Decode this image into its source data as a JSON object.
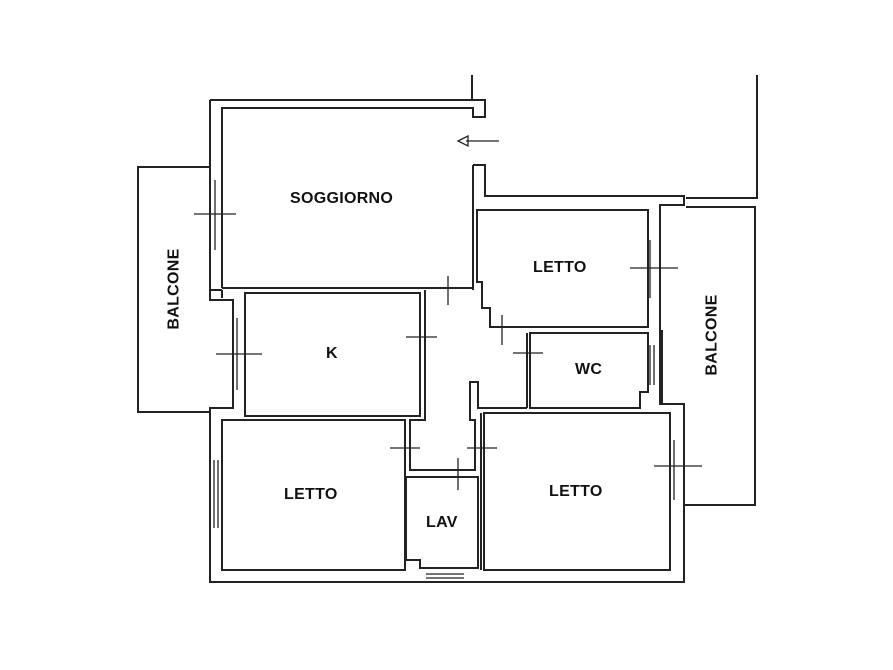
{
  "floorplan": {
    "rooms": [
      {
        "id": "soggiorno",
        "label": "SOGGIORNO"
      },
      {
        "id": "letto_ne",
        "label": "LETTO"
      },
      {
        "id": "k",
        "label": "K"
      },
      {
        "id": "wc",
        "label": "WC"
      },
      {
        "id": "letto_sw",
        "label": "LETTO"
      },
      {
        "id": "lav",
        "label": "LAV"
      },
      {
        "id": "letto_se",
        "label": "LETTO"
      },
      {
        "id": "balcone_w",
        "label": "BALCONE"
      },
      {
        "id": "balcone_e",
        "label": "BALCONE"
      }
    ],
    "entrance_arrow": "arrow-left-icon",
    "colors": {
      "line": "#222222",
      "background": "#ffffff"
    }
  }
}
